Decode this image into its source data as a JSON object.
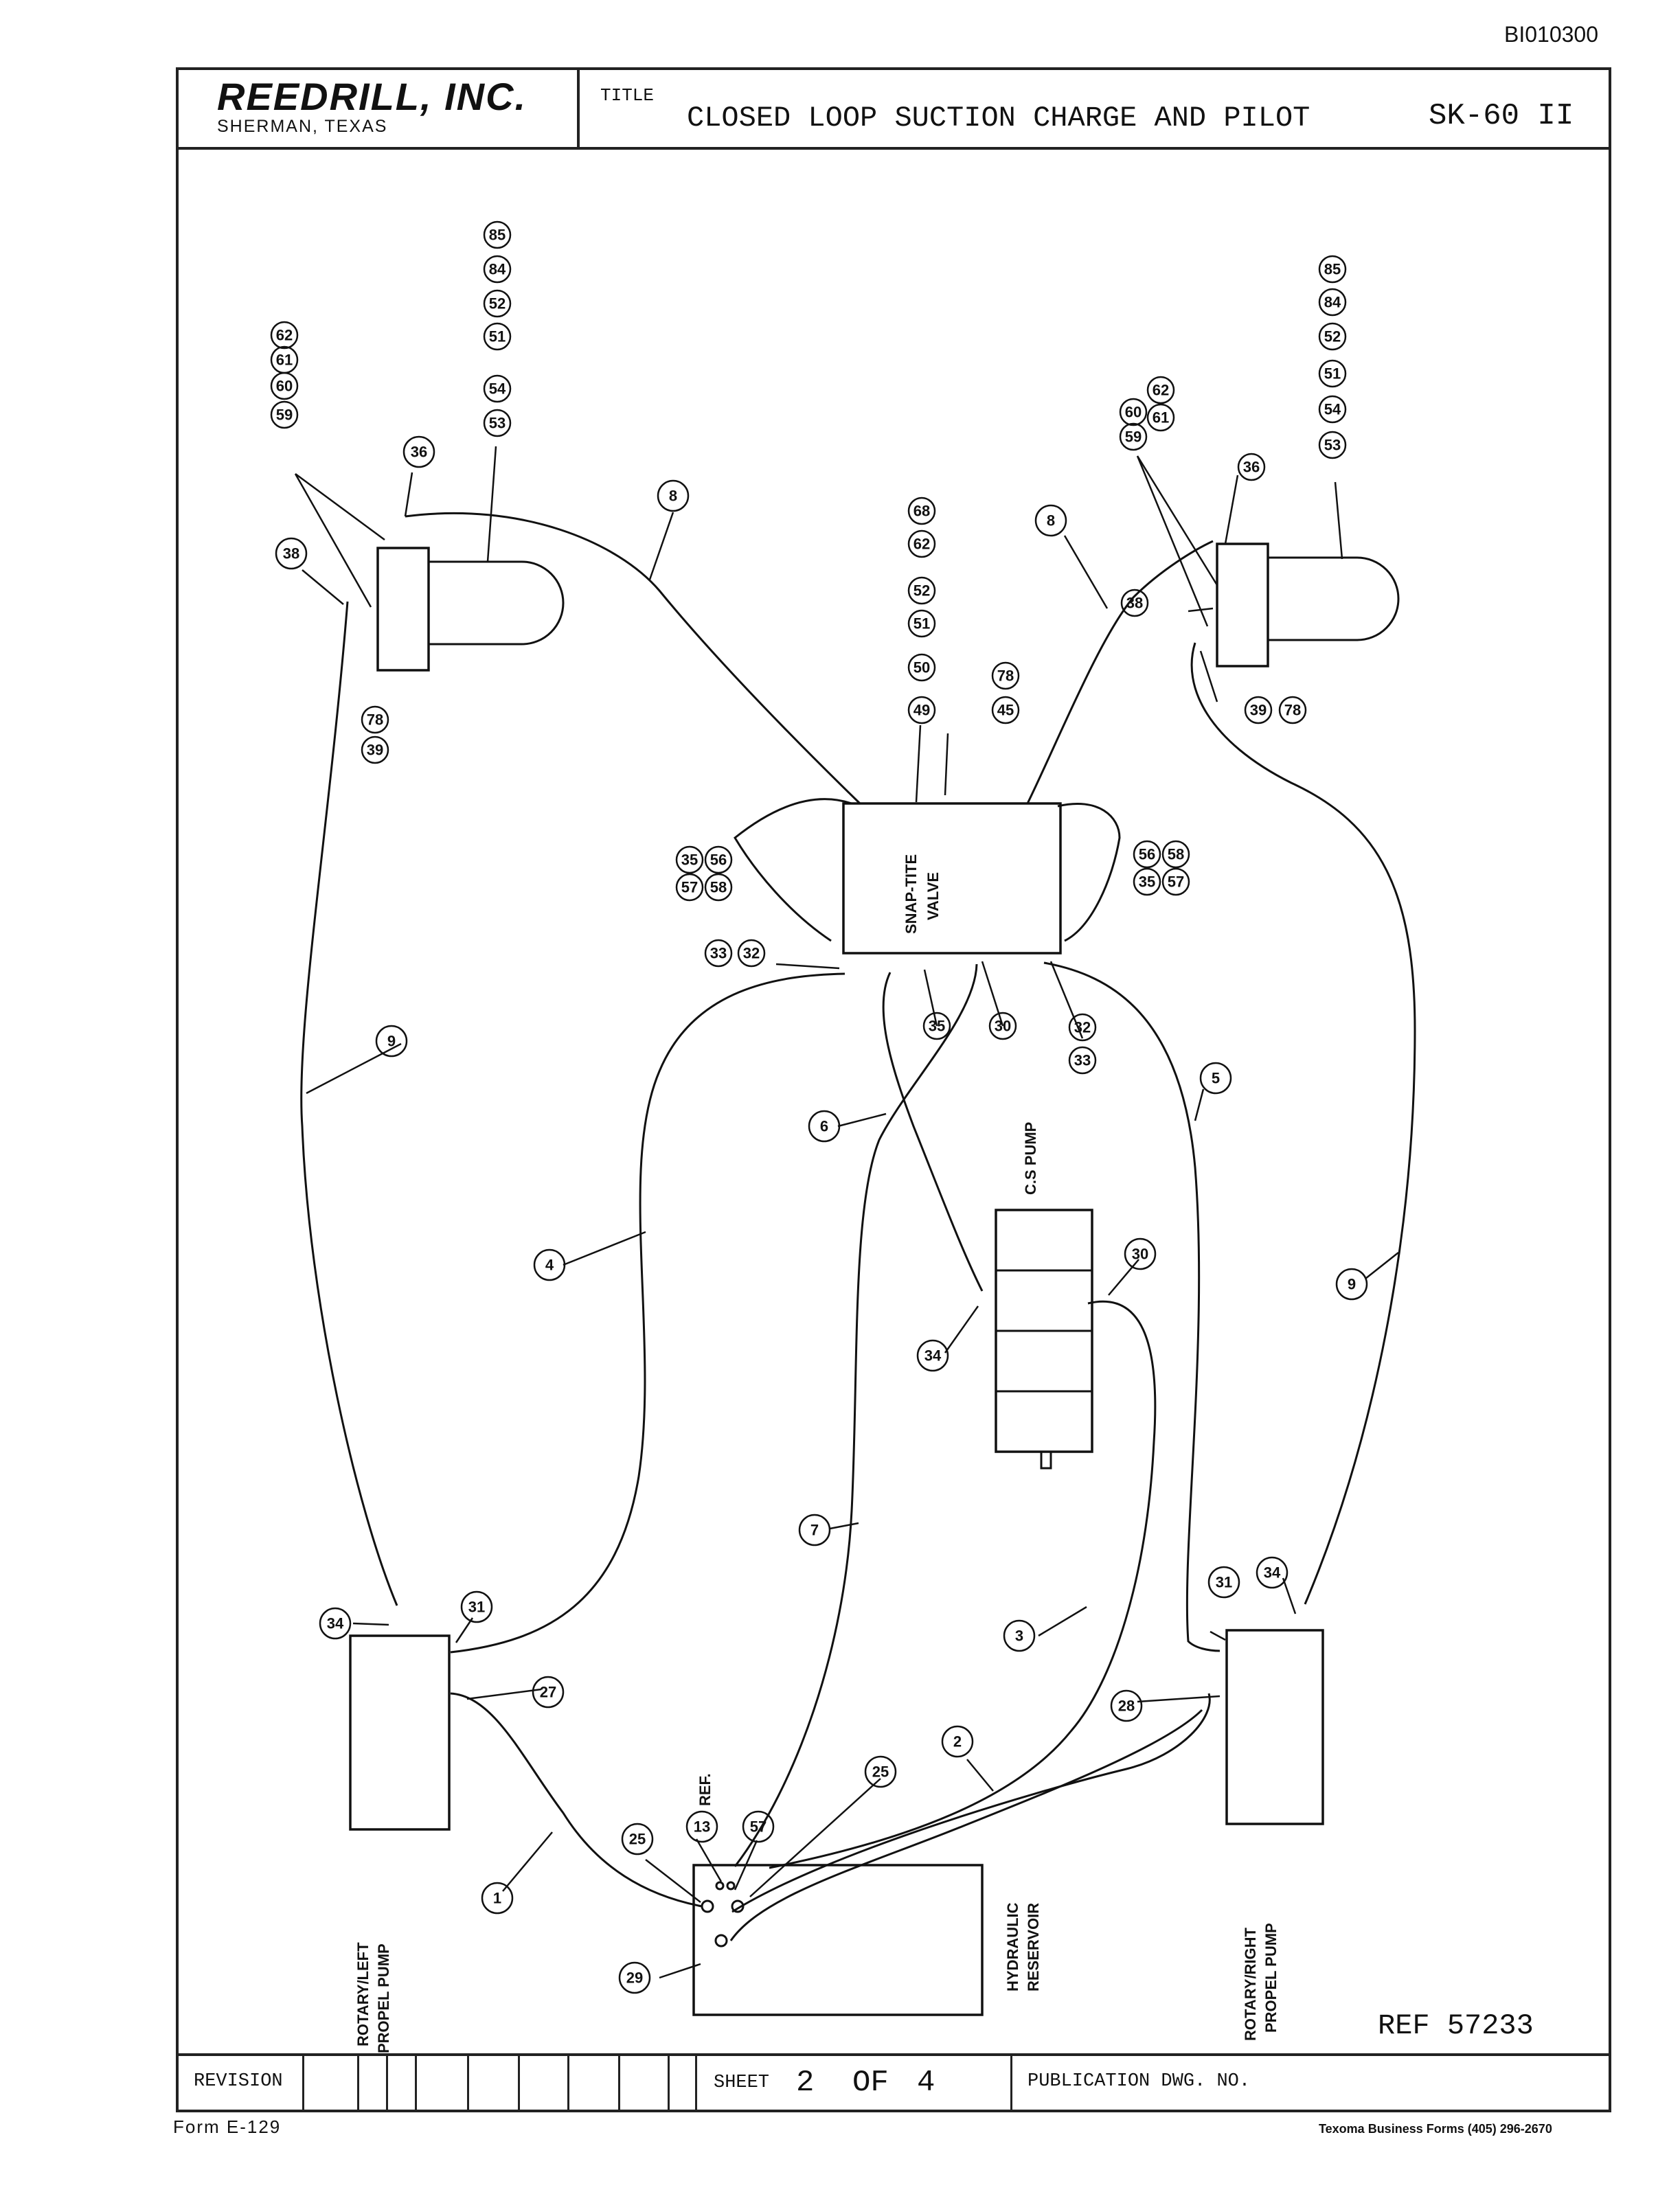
{
  "doc_id": "BI010300",
  "header": {
    "company": "REEDRILL, INC.",
    "location": "SHERMAN, TEXAS",
    "title_label": "TITLE",
    "title": "CLOSED LOOP SUCTION CHARGE AND PILOT",
    "model": "SK-60 II"
  },
  "components": {
    "snap_tite_line1": "SNAP-TITE",
    "snap_tite_line2": "VALVE",
    "cs_pump": "C.S PUMP",
    "left_pump_line1": "ROTARY/LEFT",
    "left_pump_line2": "PROPEL PUMP",
    "right_pump_line1": "ROTARY/RIGHT",
    "right_pump_line2": "PROPEL PUMP",
    "reservoir_line1": "HYDRAULIC",
    "reservoir_line2": "RESERVOIR",
    "ref_label": "REF."
  },
  "callouts": {
    "c59": "59",
    "c60": "60",
    "c61": "61",
    "c62": "62",
    "c36": "36",
    "c38": "38",
    "c39": "39",
    "c78": "78",
    "c53": "53",
    "c54": "54",
    "c51": "51",
    "c52": "52",
    "c84": "84",
    "c85": "85",
    "c8": "8",
    "c49": "49",
    "c50": "50",
    "c68": "68",
    "c45": "45",
    "c35": "35",
    "c56": "56",
    "c57": "57",
    "c58": "58",
    "c33": "33",
    "c32": "32",
    "c30": "30",
    "c9": "9",
    "c5": "5",
    "c6": "6",
    "c4": "4",
    "c34": "34",
    "c7": "7",
    "c3": "3",
    "c31": "31",
    "c27": "27",
    "c1": "1",
    "c2": "2",
    "c28": "28",
    "c25": "25",
    "c13": "13",
    "c29": "29"
  },
  "ref_note": "REF 57233",
  "footer": {
    "revision_label": "REVISION",
    "sheet_label": "SHEET",
    "sheet_number": "2",
    "of_label": "OF",
    "sheet_total": "4",
    "publication_label": "PUBLICATION DWG. NO."
  },
  "form_number": "Form E-129",
  "printer_credit": "Texoma Business Forms (405) 296-2670"
}
